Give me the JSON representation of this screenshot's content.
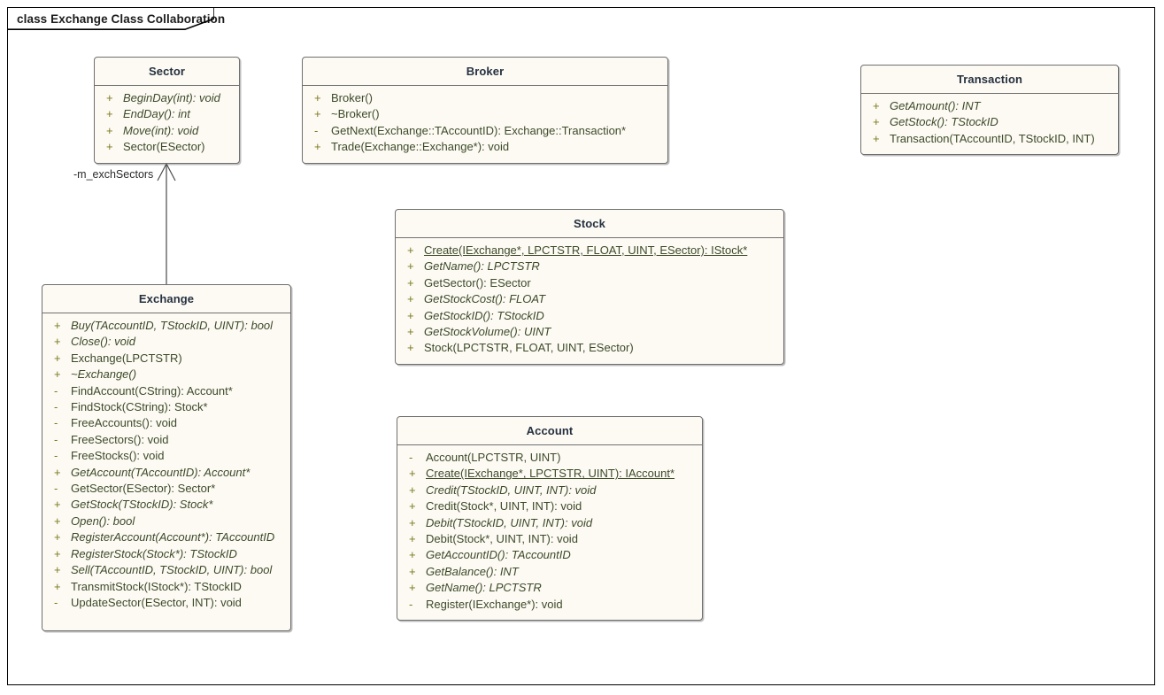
{
  "frame": {
    "label": "class Exchange Class Collaboration"
  },
  "classes": [
    {
      "id": "sector",
      "name": "Sector",
      "operations": [
        {
          "visibility": "+",
          "signature": "BeginDay(int): void",
          "abstract": true,
          "static": false
        },
        {
          "visibility": "+",
          "signature": "EndDay(): int",
          "abstract": true,
          "static": false
        },
        {
          "visibility": "+",
          "signature": "Move(int): void",
          "abstract": true,
          "static": false
        },
        {
          "visibility": "+",
          "signature": "Sector(ESector)",
          "abstract": false,
          "static": false
        }
      ]
    },
    {
      "id": "broker",
      "name": "Broker",
      "operations": [
        {
          "visibility": "+",
          "signature": "Broker()",
          "abstract": false,
          "static": false
        },
        {
          "visibility": "+",
          "signature": "~Broker()",
          "abstract": false,
          "static": false
        },
        {
          "visibility": "-",
          "signature": "GetNext(Exchange::TAccountID): Exchange::Transaction*",
          "abstract": false,
          "static": false
        },
        {
          "visibility": "+",
          "signature": "Trade(Exchange::Exchange*): void",
          "abstract": false,
          "static": false
        }
      ]
    },
    {
      "id": "transaction",
      "name": "Transaction",
      "operations": [
        {
          "visibility": "+",
          "signature": "GetAmount(): INT",
          "abstract": true,
          "static": false
        },
        {
          "visibility": "+",
          "signature": "GetStock(): TStockID",
          "abstract": true,
          "static": false
        },
        {
          "visibility": "+",
          "signature": "Transaction(TAccountID, TStockID, INT)",
          "abstract": false,
          "static": false
        }
      ]
    },
    {
      "id": "stock",
      "name": "Stock",
      "operations": [
        {
          "visibility": "+",
          "signature": "Create(IExchange*, LPCTSTR, FLOAT, UINT, ESector): IStock*",
          "abstract": false,
          "static": true
        },
        {
          "visibility": "+",
          "signature": "GetName(): LPCTSTR",
          "abstract": true,
          "static": false
        },
        {
          "visibility": "+",
          "signature": "GetSector(): ESector",
          "abstract": false,
          "static": false
        },
        {
          "visibility": "+",
          "signature": "GetStockCost(): FLOAT",
          "abstract": true,
          "static": false
        },
        {
          "visibility": "+",
          "signature": "GetStockID(): TStockID",
          "abstract": true,
          "static": false
        },
        {
          "visibility": "+",
          "signature": "GetStockVolume(): UINT",
          "abstract": true,
          "static": false
        },
        {
          "visibility": "+",
          "signature": "Stock(LPCTSTR, FLOAT, UINT, ESector)",
          "abstract": false,
          "static": false
        }
      ]
    },
    {
      "id": "account",
      "name": "Account",
      "operations": [
        {
          "visibility": "-",
          "signature": "Account(LPCTSTR, UINT)",
          "abstract": false,
          "static": false
        },
        {
          "visibility": "+",
          "signature": "Create(IExchange*, LPCTSTR, UINT): IAccount*",
          "abstract": false,
          "static": true
        },
        {
          "visibility": "+",
          "signature": "Credit(TStockID, UINT, INT): void",
          "abstract": true,
          "static": false
        },
        {
          "visibility": "+",
          "signature": "Credit(Stock*, UINT, INT): void",
          "abstract": false,
          "static": false
        },
        {
          "visibility": "+",
          "signature": "Debit(TStockID, UINT, INT): void",
          "abstract": true,
          "static": false
        },
        {
          "visibility": "+",
          "signature": "Debit(Stock*, UINT, INT): void",
          "abstract": false,
          "static": false
        },
        {
          "visibility": "+",
          "signature": "GetAccountID(): TAccountID",
          "abstract": true,
          "static": false
        },
        {
          "visibility": "+",
          "signature": "GetBalance(): INT",
          "abstract": true,
          "static": false
        },
        {
          "visibility": "+",
          "signature": "GetName(): LPCTSTR",
          "abstract": true,
          "static": false
        },
        {
          "visibility": "-",
          "signature": "Register(IExchange*): void",
          "abstract": false,
          "static": false
        }
      ]
    },
    {
      "id": "exchange",
      "name": "Exchange",
      "operations": [
        {
          "visibility": "+",
          "signature": "Buy(TAccountID, TStockID, UINT): bool",
          "abstract": true,
          "static": false
        },
        {
          "visibility": "+",
          "signature": "Close(): void",
          "abstract": true,
          "static": false
        },
        {
          "visibility": "+",
          "signature": "Exchange(LPCTSTR)",
          "abstract": false,
          "static": false
        },
        {
          "visibility": "+",
          "signature": "~Exchange()",
          "abstract": true,
          "static": false
        },
        {
          "visibility": "-",
          "signature": "FindAccount(CString): Account*",
          "abstract": false,
          "static": false
        },
        {
          "visibility": "-",
          "signature": "FindStock(CString): Stock*",
          "abstract": false,
          "static": false
        },
        {
          "visibility": "-",
          "signature": "FreeAccounts(): void",
          "abstract": false,
          "static": false
        },
        {
          "visibility": "-",
          "signature": "FreeSectors(): void",
          "abstract": false,
          "static": false
        },
        {
          "visibility": "-",
          "signature": "FreeStocks(): void",
          "abstract": false,
          "static": false
        },
        {
          "visibility": "+",
          "signature": "GetAccount(TAccountID): Account*",
          "abstract": true,
          "static": false
        },
        {
          "visibility": "-",
          "signature": "GetSector(ESector): Sector*",
          "abstract": false,
          "static": false
        },
        {
          "visibility": "+",
          "signature": "GetStock(TStockID): Stock*",
          "abstract": true,
          "static": false
        },
        {
          "visibility": "+",
          "signature": "Open(): bool",
          "abstract": true,
          "static": false
        },
        {
          "visibility": "+",
          "signature": "RegisterAccount(Account*): TAccountID",
          "abstract": true,
          "static": false
        },
        {
          "visibility": "+",
          "signature": "RegisterStock(Stock*): TStockID",
          "abstract": true,
          "static": false
        },
        {
          "visibility": "+",
          "signature": "Sell(TAccountID, TStockID, UINT): bool",
          "abstract": true,
          "static": false
        },
        {
          "visibility": "+",
          "signature": "TransmitStock(IStock*): TStockID",
          "abstract": false,
          "static": false
        },
        {
          "visibility": "-",
          "signature": "UpdateSector(ESector, INT): void",
          "abstract": false,
          "static": false
        }
      ]
    }
  ],
  "connectors": [
    {
      "id": "exchange-sector",
      "label": "-m_exchSectors",
      "source": "exchange",
      "target": "sector"
    }
  ],
  "colors": {
    "class_fill": "#fdfaf4",
    "class_border": "#6f6f6f",
    "class_name_text": "#25313f",
    "operation_text": "#3c4a27",
    "visibility_text": "#7a7a1e",
    "frame_border": "#000000",
    "connector": "#4a4a4a",
    "canvas": "#ffffff"
  }
}
